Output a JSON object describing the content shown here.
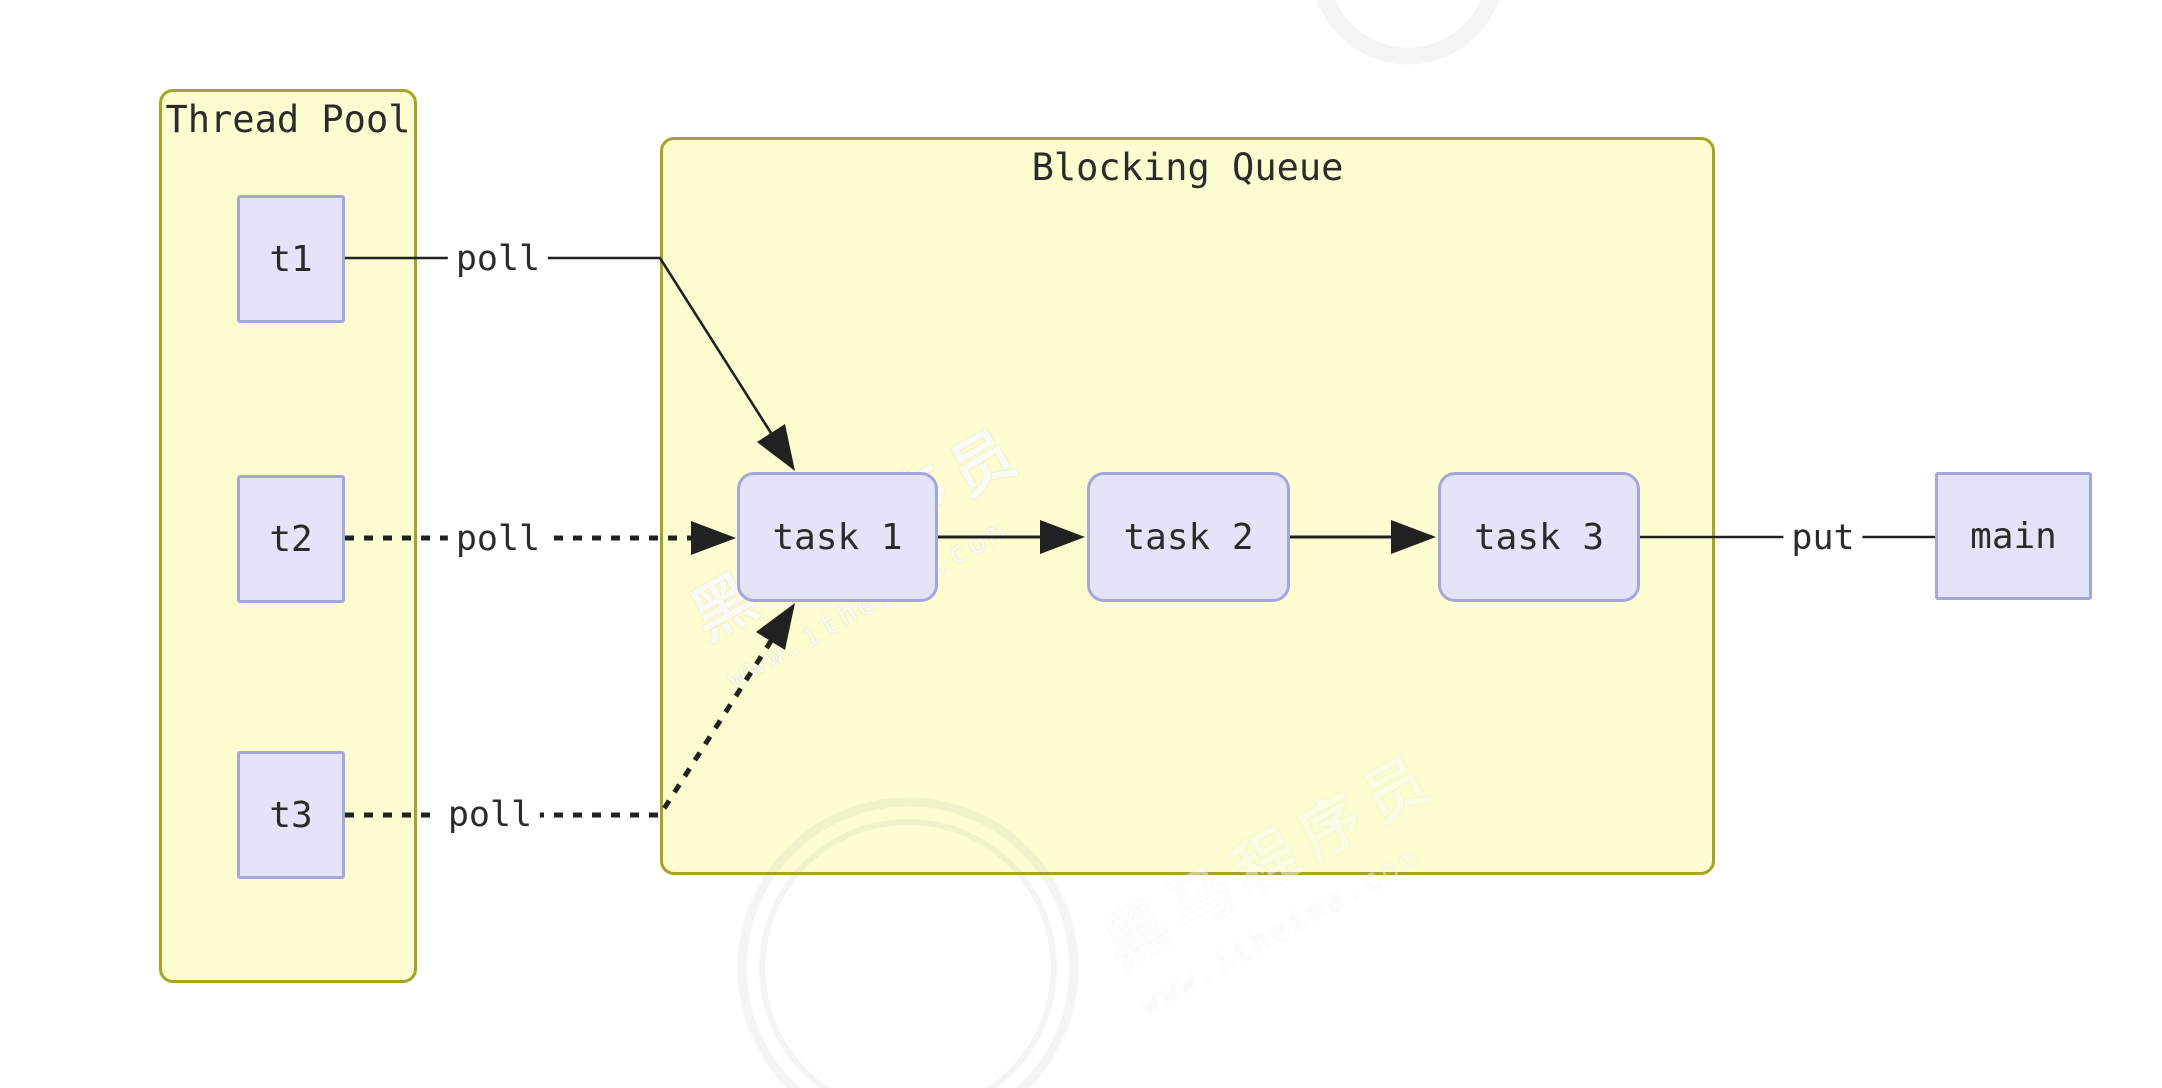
{
  "diagram": {
    "thread_pool": {
      "title": "Thread Pool",
      "threads": [
        {
          "label": "t1"
        },
        {
          "label": "t2"
        },
        {
          "label": "t3"
        }
      ]
    },
    "blocking_queue": {
      "title": "Blocking Queue",
      "tasks": [
        {
          "label": "task 1"
        },
        {
          "label": "task 2"
        },
        {
          "label": "task 3"
        }
      ]
    },
    "main_node": {
      "label": "main"
    },
    "edges": [
      {
        "from": "t1",
        "to": "task 1",
        "label": "poll",
        "style": "solid-arrow"
      },
      {
        "from": "t2",
        "to": "task 1",
        "label": "poll",
        "style": "dashed-arrow"
      },
      {
        "from": "t3",
        "to": "task 1",
        "label": "poll",
        "style": "dashed-arrow"
      },
      {
        "from": "task 1",
        "to": "task 2",
        "label": "",
        "style": "solid-arrow"
      },
      {
        "from": "task 2",
        "to": "task 3",
        "label": "",
        "style": "solid-arrow"
      },
      {
        "from": "task 3",
        "to": "main",
        "label": "put",
        "style": "solid-line"
      }
    ]
  },
  "watermark": {
    "brand": "黑马程序员",
    "url": "www.itheima.com"
  },
  "colors": {
    "container_fill": "#FDFDD0",
    "container_border": "#A5A521",
    "node_fill": "#E4E4F8",
    "node_border": "#A6A6DE",
    "line": "#212121",
    "text": "#2B2B2B",
    "background": "#FFFFFF"
  }
}
